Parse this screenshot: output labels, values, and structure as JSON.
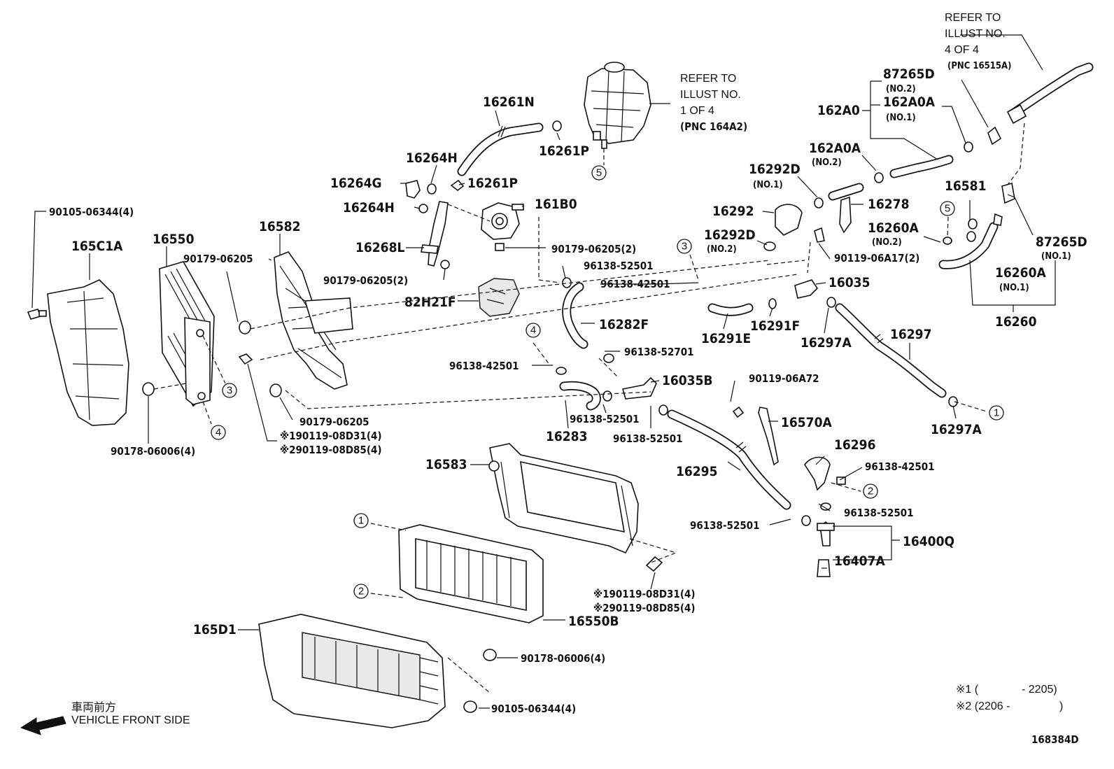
{
  "labels": {
    "l16261N": "16261N",
    "l16261P_a": "16261P",
    "l16264H_a": "16264H",
    "l16264G": "16264G",
    "l16261P_b": "16261P",
    "l16264H_b": "16264H",
    "l161B0": "161B0",
    "l16268L": "16268L",
    "l90179_06205_2a": "90179-06205(2)",
    "l90179_06205_2b": "90179-06205(2)",
    "l96138_52501_a": "96138-52501",
    "l96138_42501_a": "96138-42501",
    "l82H21F": "82H21F",
    "l16282F": "16282F",
    "l96138_52701": "96138-52701",
    "l96138_42501_b": "96138-42501",
    "l16035B": "16035B",
    "l96138_52501_b": "96138-52501",
    "l96138_52501_c": "96138-52501",
    "l16283": "16283",
    "l90119_06A72": "90119-06A72",
    "l16570A": "16570A",
    "l16296": "16296",
    "l96138_42501_c": "96138-42501",
    "l16295": "16295",
    "l96138_52501_d": "96138-52501",
    "l96138_52501_e": "96138-52501",
    "l16400Q": "16400Q",
    "l16407A": "16407A",
    "l90105_06344_a": "90105-06344(4)",
    "l165C1A": "165C1A",
    "l16550": "16550",
    "l16582": "16582",
    "l90179_06205_a": "90179-06205",
    "l90179_06205_b": "90179-06205",
    "l190119_08D31_a": "※190119-08D31(4)",
    "l290119_08D85_a": "※290119-08D85(4)",
    "l90178_06006_a": "90178-06006(4)",
    "l16583": "16583",
    "l190119_08D31_b": "※190119-08D31(4)",
    "l290119_08D85_b": "※290119-08D85(4)",
    "l165D1": "165D1",
    "l16550B": "16550B",
    "l90178_06006_b": "90178-06006(4)",
    "l90105_06344_b": "90105-06344(4)",
    "l162A0": "162A0",
    "l162A0A_no1": "162A0A",
    "l162A0A_no2": "162A0A",
    "l87265D_top": "87265D",
    "l16292D_no1": "16292D",
    "l16292": "16292",
    "l16278": "16278",
    "l16292D_no2": "16292D",
    "l16581": "16581",
    "l16260A_no2": "16260A",
    "l90119_06A17": "90119-06A17(2)",
    "l87265D_bot": "87265D",
    "l16260A_no1": "16260A",
    "l16260": "16260",
    "l16035": "16035",
    "l16291E": "16291E",
    "l16291F": "16291F",
    "l16297A_a": "16297A",
    "l16297": "16297",
    "l16297A_b": "16297A",
    "diagram_id": "168384D"
  },
  "subs": {
    "no2_a": "(NO.2)",
    "no1_a": "(NO.1)",
    "no2_b": "(NO.2)",
    "no1_b": "(NO.1)",
    "no2_c": "(NO.2)",
    "no2_d": "(NO.2)",
    "no1_c": "(NO.1)",
    "no1_d": "(NO.1)"
  },
  "refers": {
    "tank": [
      "REFER TO",
      "ILLUST NO.",
      "1 OF 4",
      "(PNC 164A2)"
    ],
    "top": [
      "REFER TO",
      "ILLUST NO.",
      "4 OF 4",
      "(PNC 16515A)"
    ]
  },
  "notes": {
    "front_jp": "車両前方",
    "front_en": "VEHICLE FRONT SIDE",
    "note1_mark": "※1 (",
    "note1_range": "- 2205)",
    "note2": "※2 (2206 -",
    "note2_end": ")"
  },
  "callouts": {
    "c1": "1",
    "c2": "2",
    "c3": "3",
    "c4": "4",
    "c5": "5"
  }
}
